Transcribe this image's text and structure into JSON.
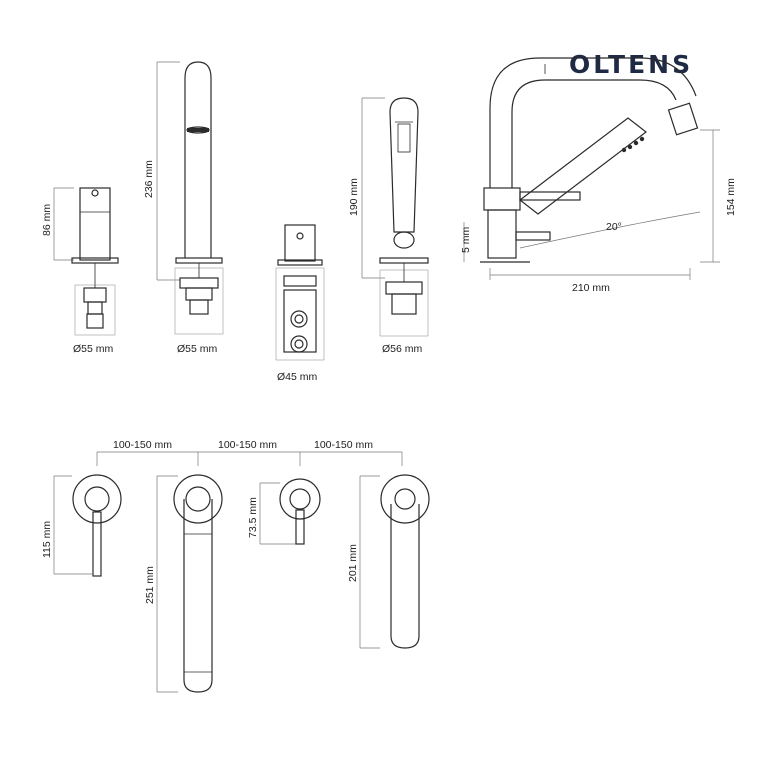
{
  "brand": {
    "logo_text": "OLTENS"
  },
  "labels": {
    "h86": "86 mm",
    "d55a": "Ø55 mm",
    "h236": "236 mm",
    "d55b": "Ø55 mm",
    "d45": "Ø45 mm",
    "h190": "190 mm",
    "d56": "Ø56 mm",
    "h5": "5 mm",
    "angle": "20°",
    "h154": "154 mm",
    "w210": "210 mm",
    "gap1": "100-150 mm",
    "gap2": "100-150 mm",
    "gap3": "100-150 mm",
    "h115": "115 mm",
    "h251": "251 mm",
    "h735": "73.5 mm",
    "h201": "201 mm"
  }
}
